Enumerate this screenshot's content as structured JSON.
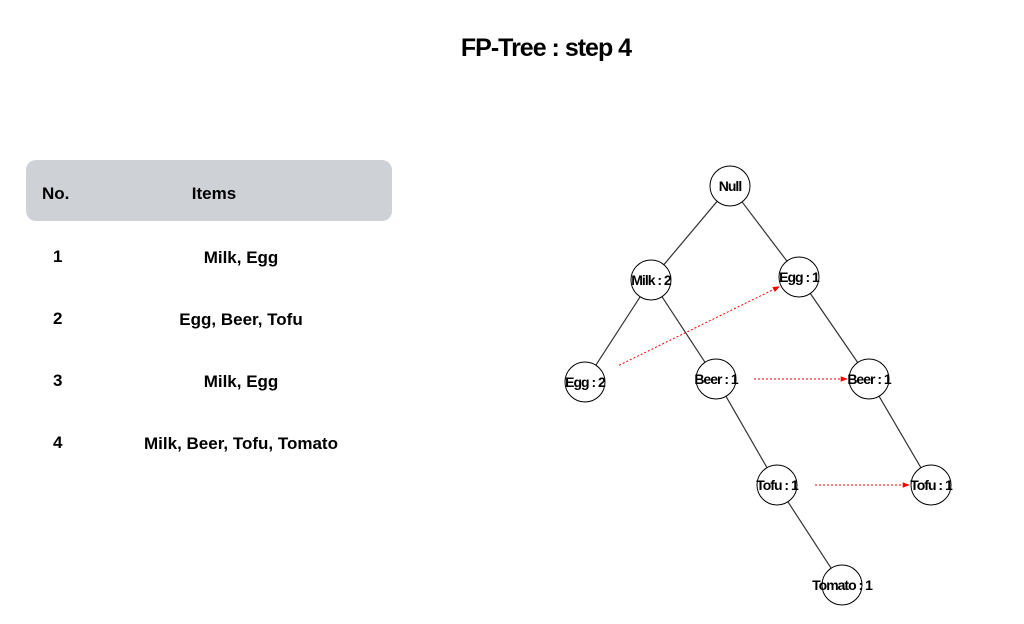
{
  "title": "FP-Tree : step 4",
  "table": {
    "header_no": "No.",
    "header_items": "Items",
    "rows": [
      {
        "no": "1",
        "items": "Milk, Egg"
      },
      {
        "no": "2",
        "items": "Egg, Beer, Tofu"
      },
      {
        "no": "3",
        "items": "Milk, Egg"
      },
      {
        "no": "4",
        "items": "Milk, Beer, Tofu, Tomato"
      }
    ]
  },
  "tree": {
    "nodes": [
      {
        "id": "null",
        "label": "Null"
      },
      {
        "id": "milk",
        "label": "Milk : 2"
      },
      {
        "id": "egg_a",
        "label": "Egg : 1"
      },
      {
        "id": "egg_b",
        "label": "Egg : 2"
      },
      {
        "id": "beer_a",
        "label": "Beer : 1"
      },
      {
        "id": "beer_b",
        "label": "Beer : 1"
      },
      {
        "id": "tofu_a",
        "label": "Tofu : 1"
      },
      {
        "id": "tofu_b",
        "label": "Tofu : 1"
      },
      {
        "id": "tomato",
        "label": "Tomato : 1"
      }
    ],
    "edges": [
      [
        "null",
        "milk"
      ],
      [
        "null",
        "egg_a"
      ],
      [
        "milk",
        "egg_b"
      ],
      [
        "milk",
        "beer_a"
      ],
      [
        "egg_a",
        "beer_b"
      ],
      [
        "beer_a",
        "tofu_a"
      ],
      [
        "beer_b",
        "tofu_b"
      ],
      [
        "tofu_a",
        "tomato"
      ]
    ],
    "links": [
      [
        "egg_b",
        "egg_a"
      ],
      [
        "beer_a",
        "beer_b"
      ],
      [
        "tofu_a",
        "tofu_b"
      ]
    ],
    "link_color": "#ff0000",
    "edge_color": "#333333"
  }
}
